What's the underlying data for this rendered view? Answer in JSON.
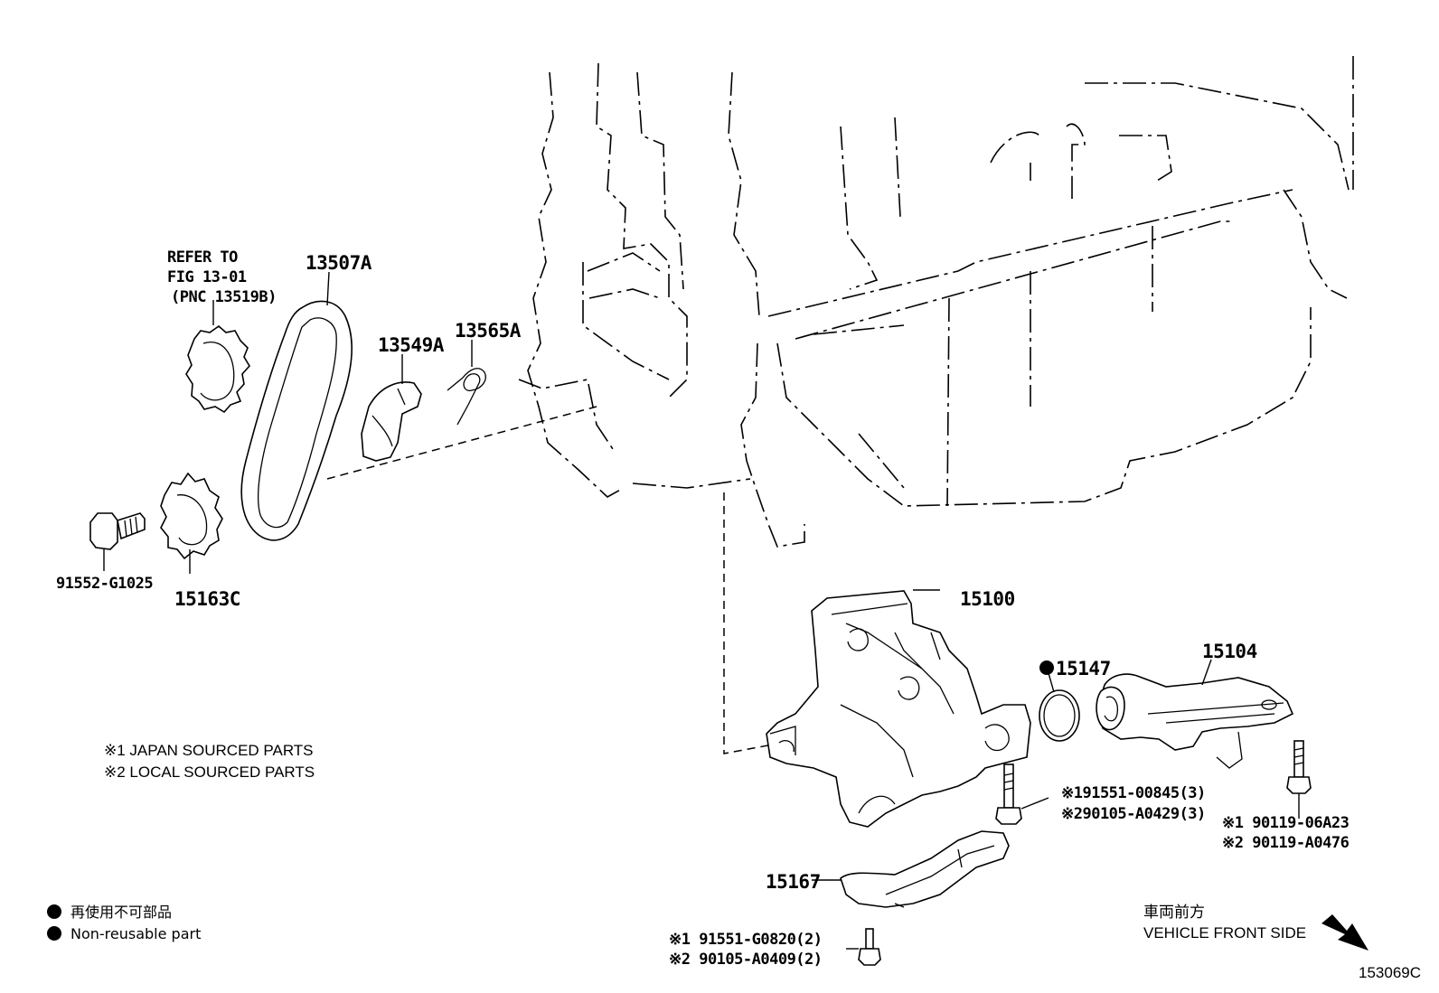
{
  "diagram": {
    "figure_id": "153069C",
    "parts": [
      {
        "id": "refer_note_line1",
        "text": "REFER TO"
      },
      {
        "id": "refer_note_line2",
        "text": "FIG 13-01"
      },
      {
        "id": "refer_note_line3",
        "text": "(PNC 13519B)"
      },
      {
        "id": "p13507A",
        "text": "13507A"
      },
      {
        "id": "p13549A",
        "text": "13549A"
      },
      {
        "id": "p13565A",
        "text": "13565A"
      },
      {
        "id": "p91552",
        "text": "91552-G1025"
      },
      {
        "id": "p15163C",
        "text": "15163C"
      },
      {
        "id": "p15100",
        "text": "15100"
      },
      {
        "id": "p15147",
        "text": "15147"
      },
      {
        "id": "p15104",
        "text": "15104"
      },
      {
        "id": "p15167",
        "text": "15167"
      }
    ],
    "bolt_labels": {
      "pump_bolt_1": "※191551-00845(3)",
      "pump_bolt_2": "※290105-A0429(3)",
      "cover_bolt_1": "※1 90119-06A23",
      "cover_bolt_2": "※2 90119-A0476",
      "baffle_bolt_1": "※1 91551-G0820(2)",
      "baffle_bolt_2": "※2 90105-A0409(2)"
    },
    "notes": {
      "japan": "※1 JAPAN SOURCED PARTS",
      "local": "※2 LOCAL SOURCED PARTS"
    },
    "legend": {
      "jp": "再使用不可部品",
      "en": "Non-reusable part"
    },
    "direction": {
      "jp": "車両前方",
      "en": "VEHICLE FRONT SIDE"
    }
  }
}
